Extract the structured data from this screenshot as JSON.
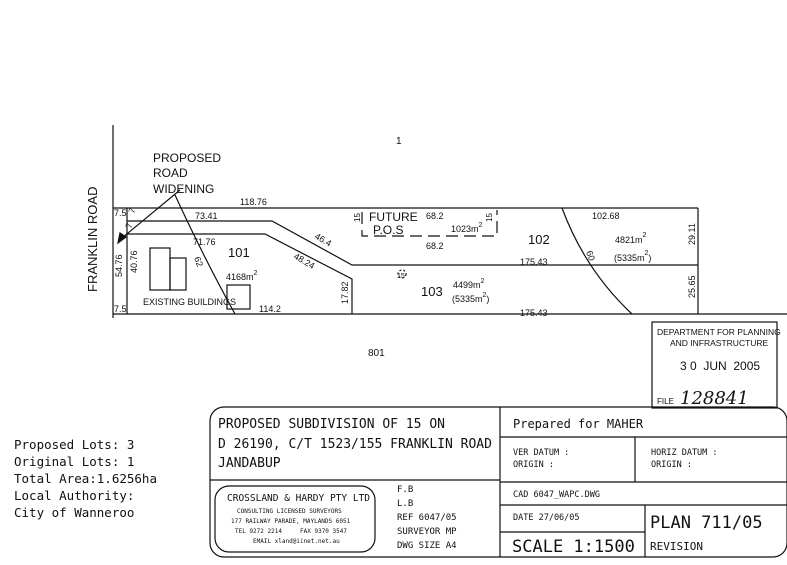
{
  "plan": {
    "top_lot": "1",
    "bottom_lot": "801",
    "road_name": "FRANKLIN ROAD",
    "road_widening": [
      "PROPOSED",
      "ROAD",
      "WIDENING"
    ],
    "existing_buildings": "EXISTING BUILDINGS",
    "lots": [
      {
        "number": "101",
        "area": "4168m",
        "area_sup": "2"
      },
      {
        "number": "102",
        "area": "4821m",
        "area_sup": "2",
        "total_area": "(5335m",
        "total_sup": "2",
        "total_close": ")"
      },
      {
        "number": "103",
        "area": "4499m",
        "area_sup": "2",
        "total_area": "(5335m",
        "total_sup": "2",
        "total_close": ")"
      }
    ],
    "pos": {
      "line1": "FUTURE",
      "line2": "P.O.S",
      "area": "1023m",
      "area_sup": "2",
      "top": "68.2",
      "bottom": "68.2",
      "left": "15",
      "right": "15"
    },
    "dimensions": {
      "top": "118.76",
      "widening_top": "7.5",
      "widening_bottom": "7.5",
      "d7a": "7",
      "d7b": "7",
      "d73": "73.41",
      "d71": "71.76",
      "d46": "46.4",
      "d48": "48.24",
      "d54": "54.76",
      "d40": "40.76",
      "d17": "17.82",
      "d114": "114.2",
      "d175a": "175.43",
      "d175b": "175.43",
      "d102": "102.68",
      "d29": "29.11",
      "d25": "25.65",
      "arc62": "62",
      "arc60": "60",
      "small": "15"
    }
  },
  "stamp": {
    "line1": "DEPARTMENT FOR PLANNING",
    "line2": "AND INFRASTRUCTURE",
    "date": "3 0  JUN  2005",
    "file_label": "FILE",
    "file_number": "128841"
  },
  "notes": [
    "Proposed Lots: 3",
    "Original Lots: 1",
    "Total Area:1.6256ha",
    "Local Authority:",
    "City of Wanneroo"
  ],
  "title_block": {
    "title": [
      "PROPOSED SUBDIVISION OF 15 ON",
      "D 26190, C/T 1523/155 FRANKLIN ROAD",
      "JANDABUP"
    ],
    "company": "CROSSLAND & HARDY PTY LTD",
    "company_lines": [
      "CONSULTING LICENSED SURVEYORS",
      "177 RAILWAY PARADE, MAYLANDS 6051",
      "TEL 9272 2214     FAX 9370 3547",
      "EMAIL xland@iinet.net.au"
    ],
    "refs": [
      "F.B",
      "L.B",
      "REF 6047/05",
      "SURVEYOR MP",
      "DWG SIZE A4"
    ],
    "prepared_for": "Prepared for MAHER",
    "ver_datum": "VER DATUM :",
    "ver_origin": "ORIGIN :",
    "horiz_datum": "HORIZ DATUM :",
    "horiz_origin": "ORIGIN :",
    "cad": "CAD 6047_WAPC.DWG",
    "date": "DATE 27/06/05",
    "scale": "SCALE 1:1500",
    "plan": "PLAN 711/05",
    "revision": "REVISION"
  }
}
